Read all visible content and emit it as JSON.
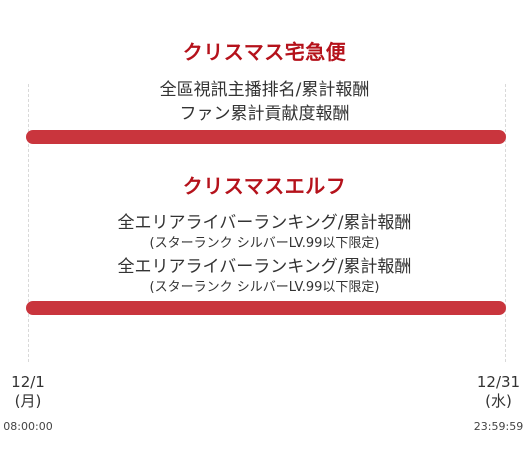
{
  "colors": {
    "accent": "#b5121b",
    "bar": "#c9353d"
  },
  "events": [
    {
      "title": "クリスマス宅急便",
      "lines": [
        "全區視訊主播排名/累計報酬",
        "ファン累計貢献度報酬"
      ]
    },
    {
      "title": "クリスマスエルフ",
      "lines": [
        "全エリアライバーランキング/累計報酬",
        "(スターランク シルバーLV.99以下限定)",
        "全エリアライバーランキング/累計報酬",
        "(スターランク シルバーLV.99以下限定)"
      ]
    }
  ],
  "timeline": {
    "start": {
      "date": "12/1",
      "weekday": "(月)",
      "time": "08:00:00"
    },
    "end": {
      "date": "12/31",
      "weekday": "(水)",
      "time": "23:59:59"
    }
  }
}
